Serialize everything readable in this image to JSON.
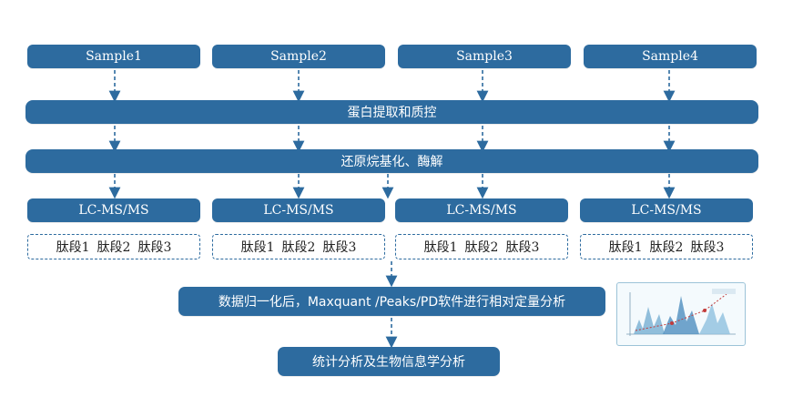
{
  "samples": [
    "Sample1",
    "Sample2",
    "Sample3",
    "Sample4"
  ],
  "step_extract": "蛋白提取和质控",
  "step_reduce": "还原烷基化、酶解",
  "lcms": [
    "LC-MS/MS",
    "LC-MS/MS",
    "LC-MS/MS",
    "LC-MS/MS"
  ],
  "peptides": [
    [
      "肽段1",
      "肽段2",
      "肽段3"
    ],
    [
      "肽段1",
      "肽段2",
      "肽段3"
    ],
    [
      "肽段1",
      "肽段2",
      "肽段3"
    ],
    [
      "肽段1",
      "肽段2",
      "肽段3"
    ]
  ],
  "step_quant": "数据归一化后，Maxquant /Peaks/PD软件进行相对定量分析",
  "step_bioinfo": "统计分析及生物信息学分析",
  "colors": {
    "box": "#2d6b9f",
    "dashed": "#2d6b9f",
    "thumb_border": "#9cc3d8"
  },
  "thumbnail_icon": "mass-spec-peaks-chart-icon"
}
